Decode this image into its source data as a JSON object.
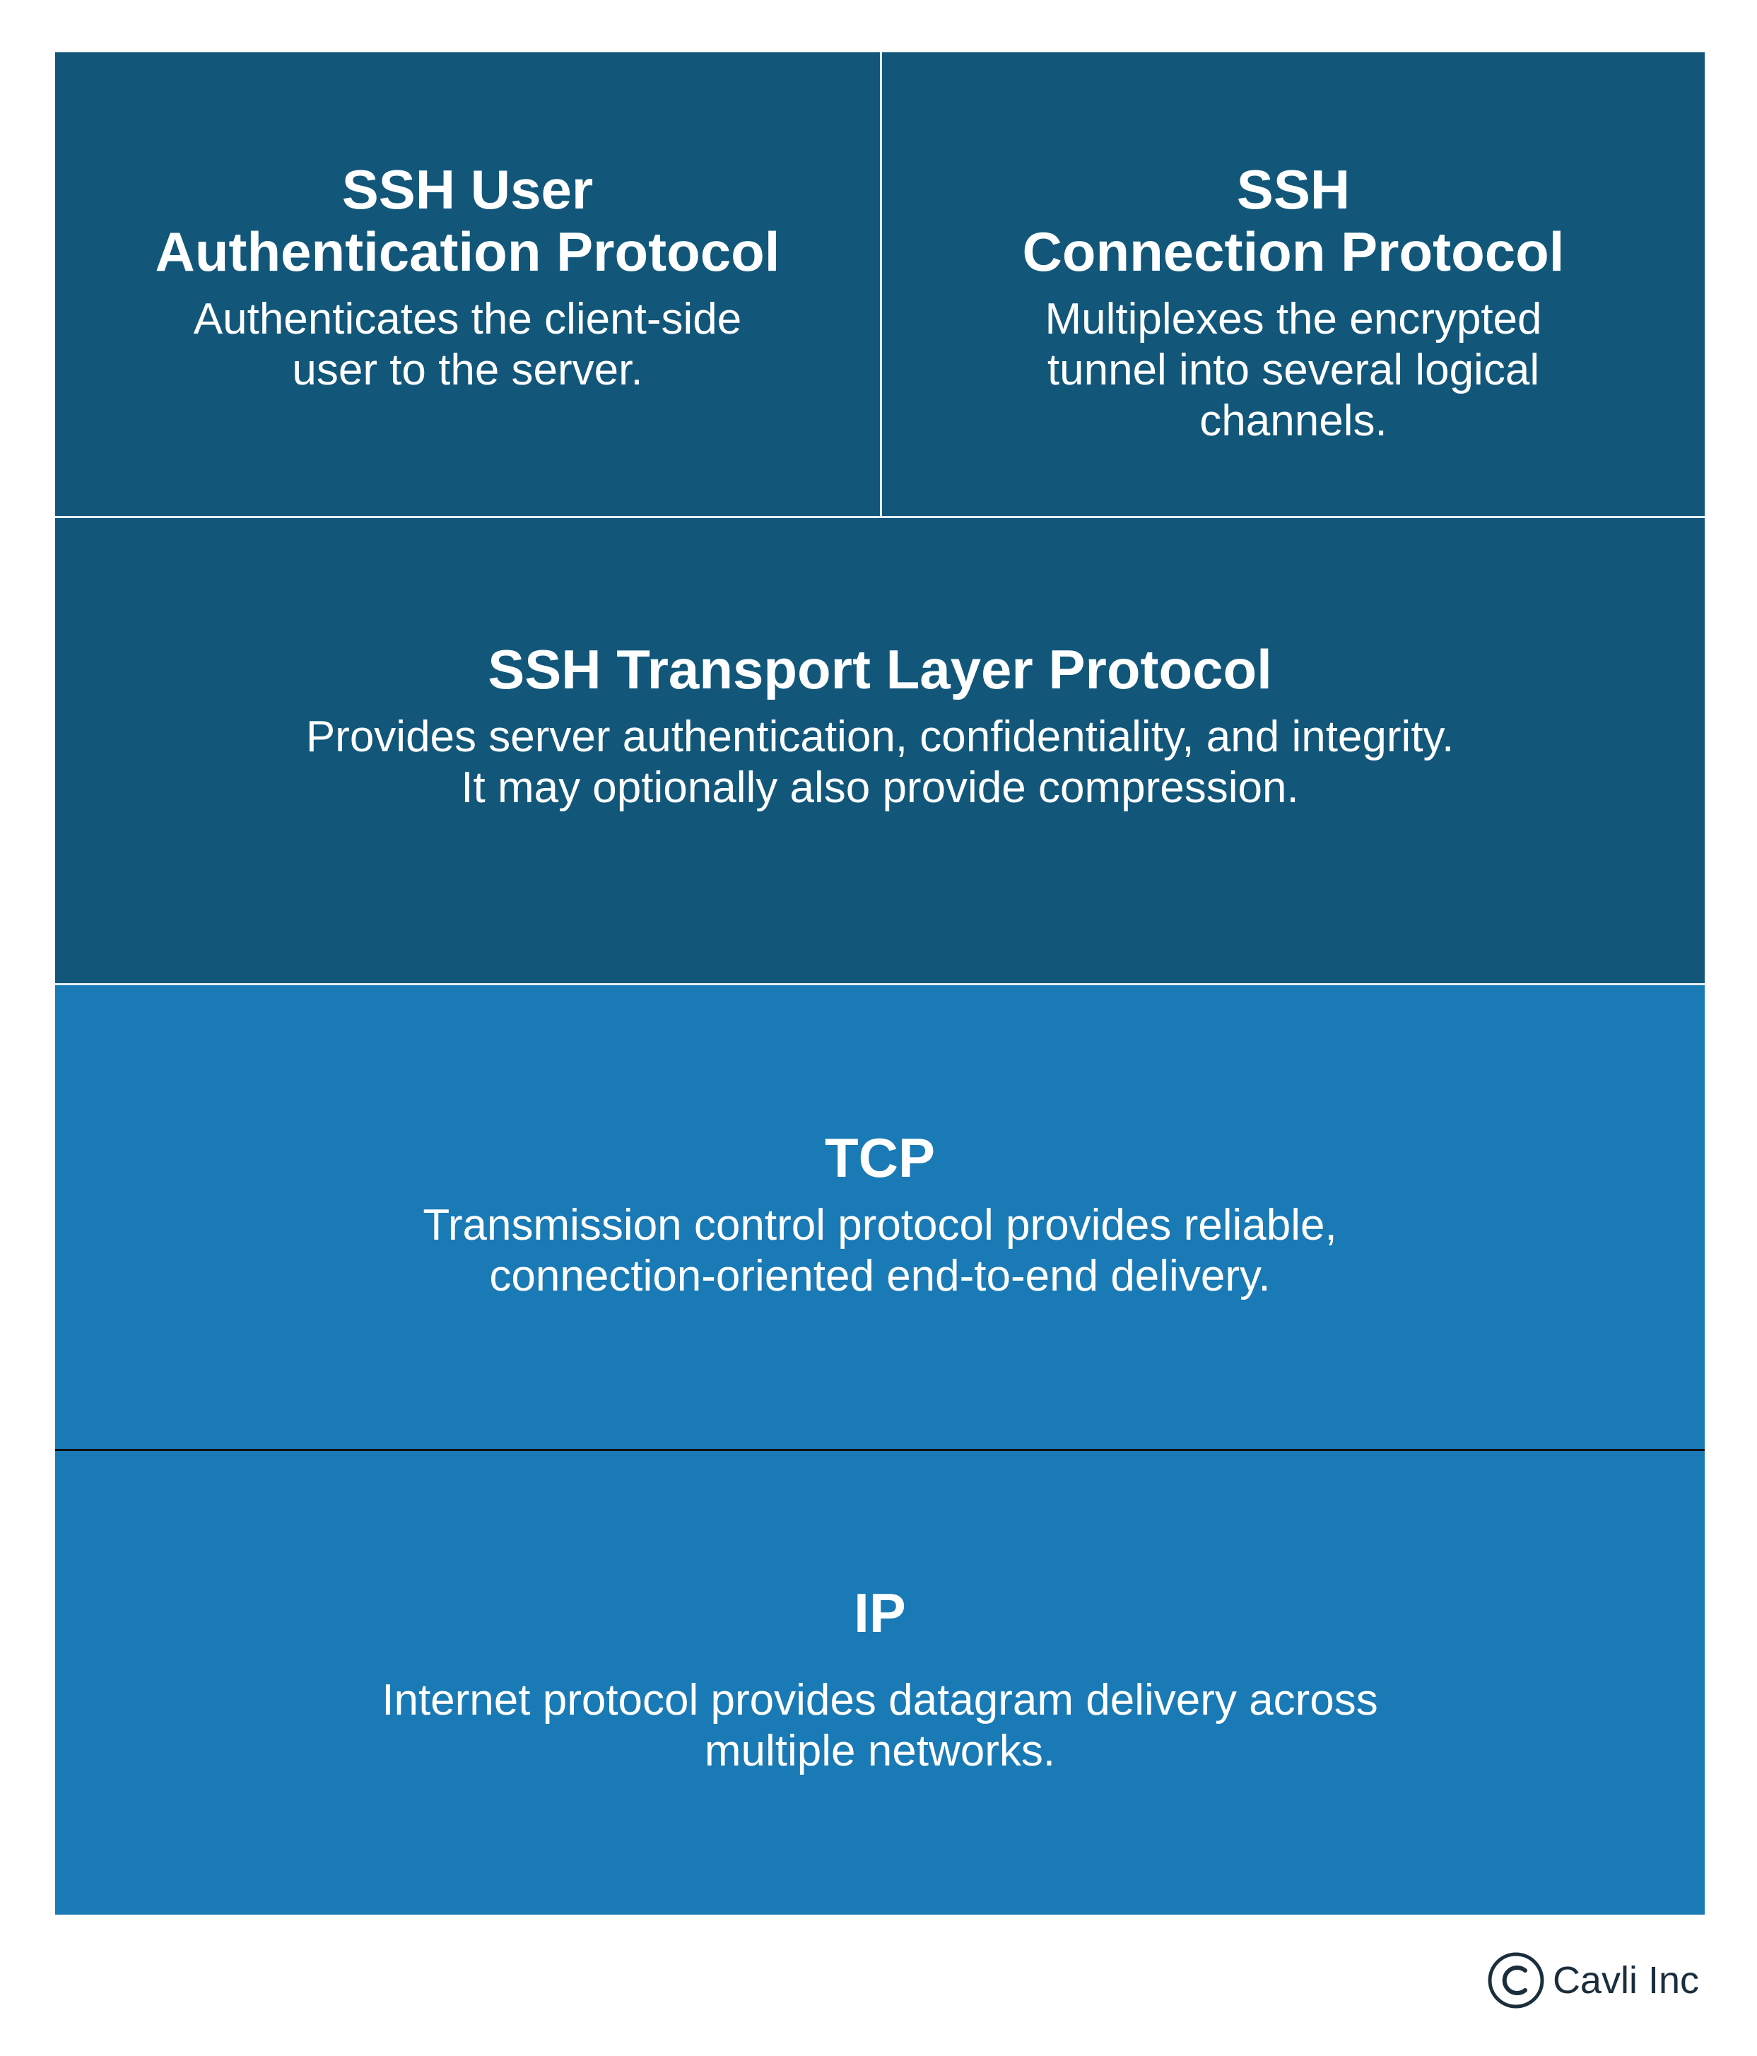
{
  "layers": {
    "user_auth": {
      "title": "SSH User\nAuthentication Protocol",
      "description": "Authenticates the client-side\nuser to the server."
    },
    "connection": {
      "title": "SSH\nConnection Protocol",
      "description": "Multiplexes the encrypted\ntunnel into several logical\nchannels."
    },
    "transport": {
      "title": "SSH Transport Layer Protocol",
      "description": "Provides server authentication, confidentiality, and integrity.\nIt may optionally also provide compression."
    },
    "tcp": {
      "title": "TCP",
      "description": "Transmission control protocol provides reliable,\nconnection-oriented end-to-end delivery."
    },
    "ip": {
      "title": "IP",
      "description": "Internet protocol provides datagram delivery across\nmultiple networks."
    }
  },
  "brand": {
    "name": "Cavli Inc",
    "logo": "copyright-c-icon"
  },
  "colors": {
    "ssh_layers": "#12577a",
    "network_layers": "#1a7ab5",
    "text": "#ffffff"
  }
}
